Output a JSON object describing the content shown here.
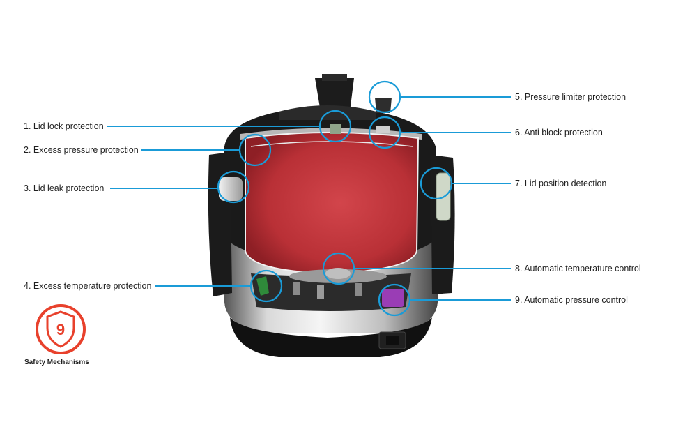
{
  "callouts": {
    "lid_lock": "1. Lid lock protection",
    "excess_pressure": "2. Excess pressure protection",
    "lid_leak": "3. Lid leak protection",
    "excess_temperature": "4. Excess temperature protection",
    "pressure_limiter": "5. Pressure limiter protection",
    "anti_block": "6. Anti block protection",
    "lid_position": "7. Lid position detection",
    "auto_temperature": "8. Automatic temperature control",
    "auto_pressure": "9. Automatic pressure control"
  },
  "badge": {
    "number": "9",
    "caption": "Safety Mechanisms"
  },
  "colors": {
    "callout_line": "#1a9bd7",
    "badge_red": "#e8412c",
    "pot_red": "#c8373d",
    "body_black": "#1a1a1a"
  }
}
